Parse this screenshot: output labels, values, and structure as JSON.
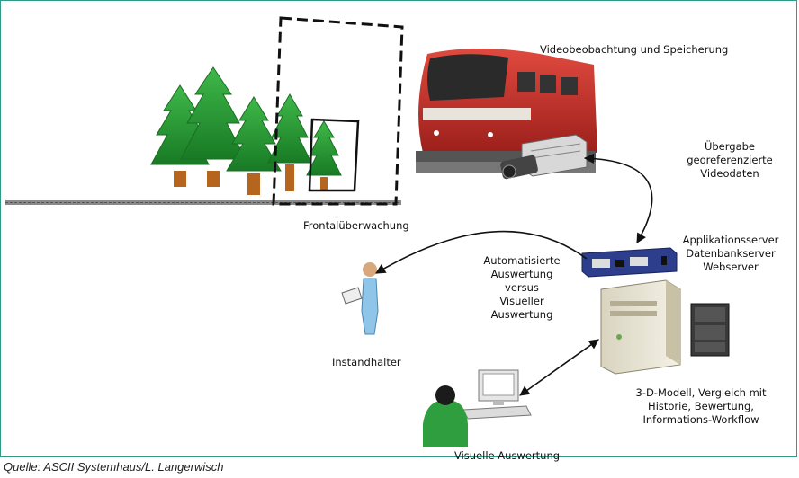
{
  "labels": {
    "video": "Videobeobachtung und Speicherung",
    "uebergabe": [
      "Übergabe",
      "georeferenzierte",
      "Videodaten"
    ],
    "frontal": "Frontalüberwachung",
    "servers": [
      "Applikationsserver",
      "Datenbankserver",
      "Webserver"
    ],
    "auswertung": [
      "Automatisierte",
      "Auswertung",
      "versus",
      "Visueller",
      "Auswertung"
    ],
    "instandhalter": "Instandhalter",
    "modell": [
      "3-D-Modell, Vergleich mit",
      "Historie, Bewertung,",
      "Informations-Workflow"
    ],
    "visuell": "Visuelle Auswertung"
  },
  "caption": "Quelle: ASCII Systemhaus/L. Langerwisch",
  "colors": {
    "frame": "#2f9a86",
    "tree": "#1f8f2c",
    "trunk": "#b5651d",
    "train": "#c8302b",
    "arrow": "#111111",
    "person_body": "#8ec5e8",
    "viewer": "#2e9e3e"
  }
}
